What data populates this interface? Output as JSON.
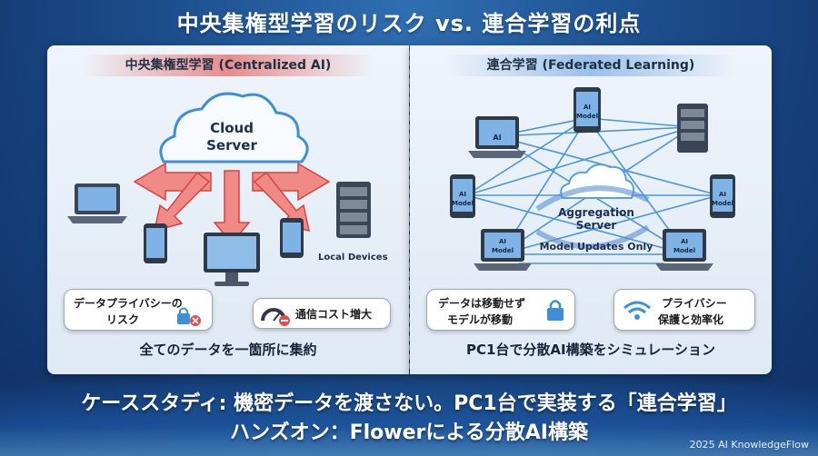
{
  "title": "中央集権型学習のリスク vs. 連合学習の利点",
  "left": {
    "heading": "中央集権型学習 (Centralized AI)",
    "cloud_line1": "Cloud",
    "cloud_line2": "Server",
    "local_devices": "Local Devices",
    "callout_privacy_line1": "データプライバシーの",
    "callout_privacy_line2": "リスク",
    "callout_cost": "通信コスト増大",
    "summary": "全てのデータを一箇所に集約"
  },
  "right": {
    "heading": "連合学習 (Federated Learning)",
    "ai_model_line1": "AI",
    "ai_model_line2": "Model",
    "aggregation_line1": "Aggregation",
    "aggregation_line2": "Server",
    "model_updates": "Model Updates Only",
    "callout_data_line1": "データは移動せず",
    "callout_data_line2": "モデルが移動",
    "callout_privacy_line1": "プライバシー",
    "callout_privacy_line2": "保護と効率化",
    "summary": "PC1台で分散AI構築をシミュレーション"
  },
  "bottom_line1": "ケーススタディ: 機密データを渡さない。PC1台で実装する「連合学習」",
  "bottom_line2": "ハンズオン：Flowerによる分散AI構築",
  "copyright": "2025 AI KnowledgeFlow",
  "colors": {
    "accent_red": "#e0504e",
    "accent_blue": "#3d8fd9",
    "navy": "#0f2f63"
  }
}
